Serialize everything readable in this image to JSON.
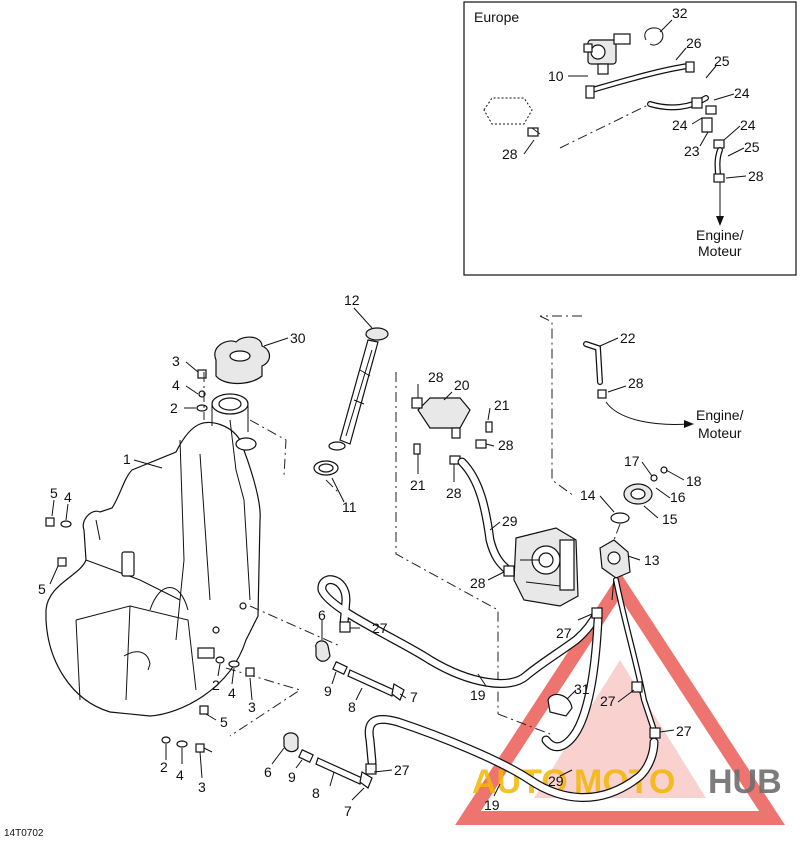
{
  "inset": {
    "title": "Europe",
    "destination_line1": "Engine/",
    "destination_line2": "Moteur",
    "callouts": [
      "32",
      "26",
      "10",
      "25",
      "24",
      "24",
      "24",
      "23",
      "25",
      "28",
      "28"
    ]
  },
  "main": {
    "destination_line1": "Engine/",
    "destination_line2": "Moteur",
    "callouts": [
      "12",
      "30",
      "3",
      "4",
      "2",
      "1",
      "5",
      "4",
      "5",
      "28",
      "20",
      "21",
      "28",
      "21",
      "28",
      "22",
      "28",
      "11",
      "29",
      "17",
      "18",
      "14",
      "16",
      "15",
      "13",
      "28",
      "6",
      "27",
      "27",
      "9",
      "8",
      "7",
      "2",
      "4",
      "3",
      "5",
      "19",
      "31",
      "27",
      "27",
      "2",
      "4",
      "3",
      "6",
      "9",
      "27",
      "8",
      "7",
      "29",
      "19"
    ]
  },
  "watermark": {
    "brand": "AUTOMOTOHUB",
    "brand_part1": "AUTO",
    "brand_part2": "MOTO",
    "brand_part3": "HUB",
    "colors": {
      "auto": "#f2b705",
      "moto": "#f2b705",
      "hub": "#6e6e6e",
      "triangle": "#e8463f"
    }
  },
  "figure_code": "14T0702"
}
